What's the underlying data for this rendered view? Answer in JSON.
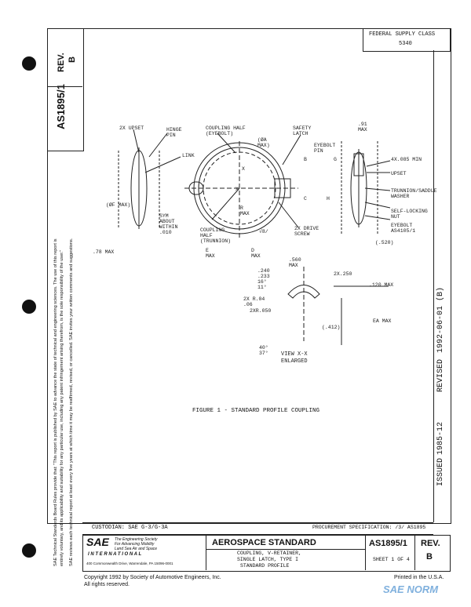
{
  "fsc": {
    "label": "FEDERAL SUPPLY CLASS",
    "value": "5340"
  },
  "left_block": {
    "doc_no": "AS1895/1",
    "rev_label": "REV.",
    "rev": "B"
  },
  "disclaimer": [
    "SAE Technical Standards Board Rules provide that: \"This report is published by SAE to advance the state of technical and engineering sciences. The use of this report is",
    "entirely voluntary, and its applicability and suitability for any particular use, including any patent infringement arising therefrom, is the sole responsibility of the user.\"",
    "SAE reviews each technical report at least every five years at which time it may be reaffirmed, revised, or cancelled. SAE invites your written comments and suggestions."
  ],
  "dates": {
    "issued_label": "ISSUED",
    "issued": "1985-12",
    "revised_label": "REVISED",
    "revised": "1992-06-01 (B)"
  },
  "drawing": {
    "labels": {
      "upset_2x": "2X UPSET",
      "hinge_pin": "HINGE\nPIN",
      "coupling_half_eyebolt": "COUPLING HALF\n(EYEBOLT)",
      "safety_latch": "SAFETY\nLATCH",
      "dim_91": ".91\nMAX",
      "eyebolt_pin": "EYEBOLT\nPIN",
      "link": "LINK",
      "dia_ref": "(ØF MAX)",
      "hole_4x": "4X.085 MIN",
      "upset": "UPSET",
      "trunnion_washer": "TRUNNION/SADDLE\nWASHER",
      "self_locking_nut": "SELF-LOCKING\nNUT",
      "eyebolt_spec": "EYEBOLT\nAS4105/1",
      "sym_about": "SYM\nABOUT\nWITHIN\n.010",
      "coupling_half_trunnion": "COUPLING\nHALF\n(TRUNNION)",
      "drive_screw": "2X DRIVE\nSCREW",
      "dim_78": ".78 MAX",
      "dim_520": "(.520)",
      "dim_e": "E\nMAX",
      "dim_d": "D\nMAX",
      "dim_r": "R\nMAX",
      "dim_a": "(ØA\nMAX)",
      "dim_b": "B",
      "dim_g": "G",
      "dim_h": "H",
      "dim_c": "C",
      "dim_x": "X",
      "dim_x2": "X",
      "finish": "√8/",
      "dim_560": ".560\nMAX",
      "view_dims": ".240\n.233\n16°\n11°",
      "dim_2x094": "2X R.04\n.06",
      "dim_2xr050": "2XR.050",
      "dim_2x250": "2X.250",
      "dim_120": ".120 MAX",
      "angles": "40°\n37°",
      "dim_412": "(.412)",
      "dim_ea": "EA MAX",
      "view_label": "VIEW X-X\nENLARGED"
    },
    "figure_caption": "FIGURE 1 - STANDARD PROFILE COUPLING"
  },
  "title_block": {
    "custodian": "CUSTODIAN:  SAE G-3/G-3A",
    "procurement": "PROCUREMENT SPECIFICATION:  /3/  AS1895",
    "logo_sae": "SAE",
    "logo_lines": [
      "The Engineering Society",
      "For Advancing Mobility",
      "Land Sea Air and Space"
    ],
    "logo_intl": "I N T E R N A T I O N A L",
    "address": "400 Commonwealth Drive, Warrendale, PA 15096-0001",
    "heading": "AEROSPACE STANDARD",
    "description": [
      "COUPLING, V-RETAINER,",
      "SINGLE LATCH, TYPE I",
      "STANDARD PROFILE"
    ],
    "doc_no": "AS1895/1",
    "rev_label": "REV.",
    "rev": "B",
    "sheet": "SHEET 1 OF 4"
  },
  "footer": {
    "copyright": "Copyright 1992 by Society of Automotive Engineers, Inc.",
    "rights": "All rights reserved.",
    "printed": "Printed in the U.S.A.",
    "watermark": "SAE NORM"
  }
}
